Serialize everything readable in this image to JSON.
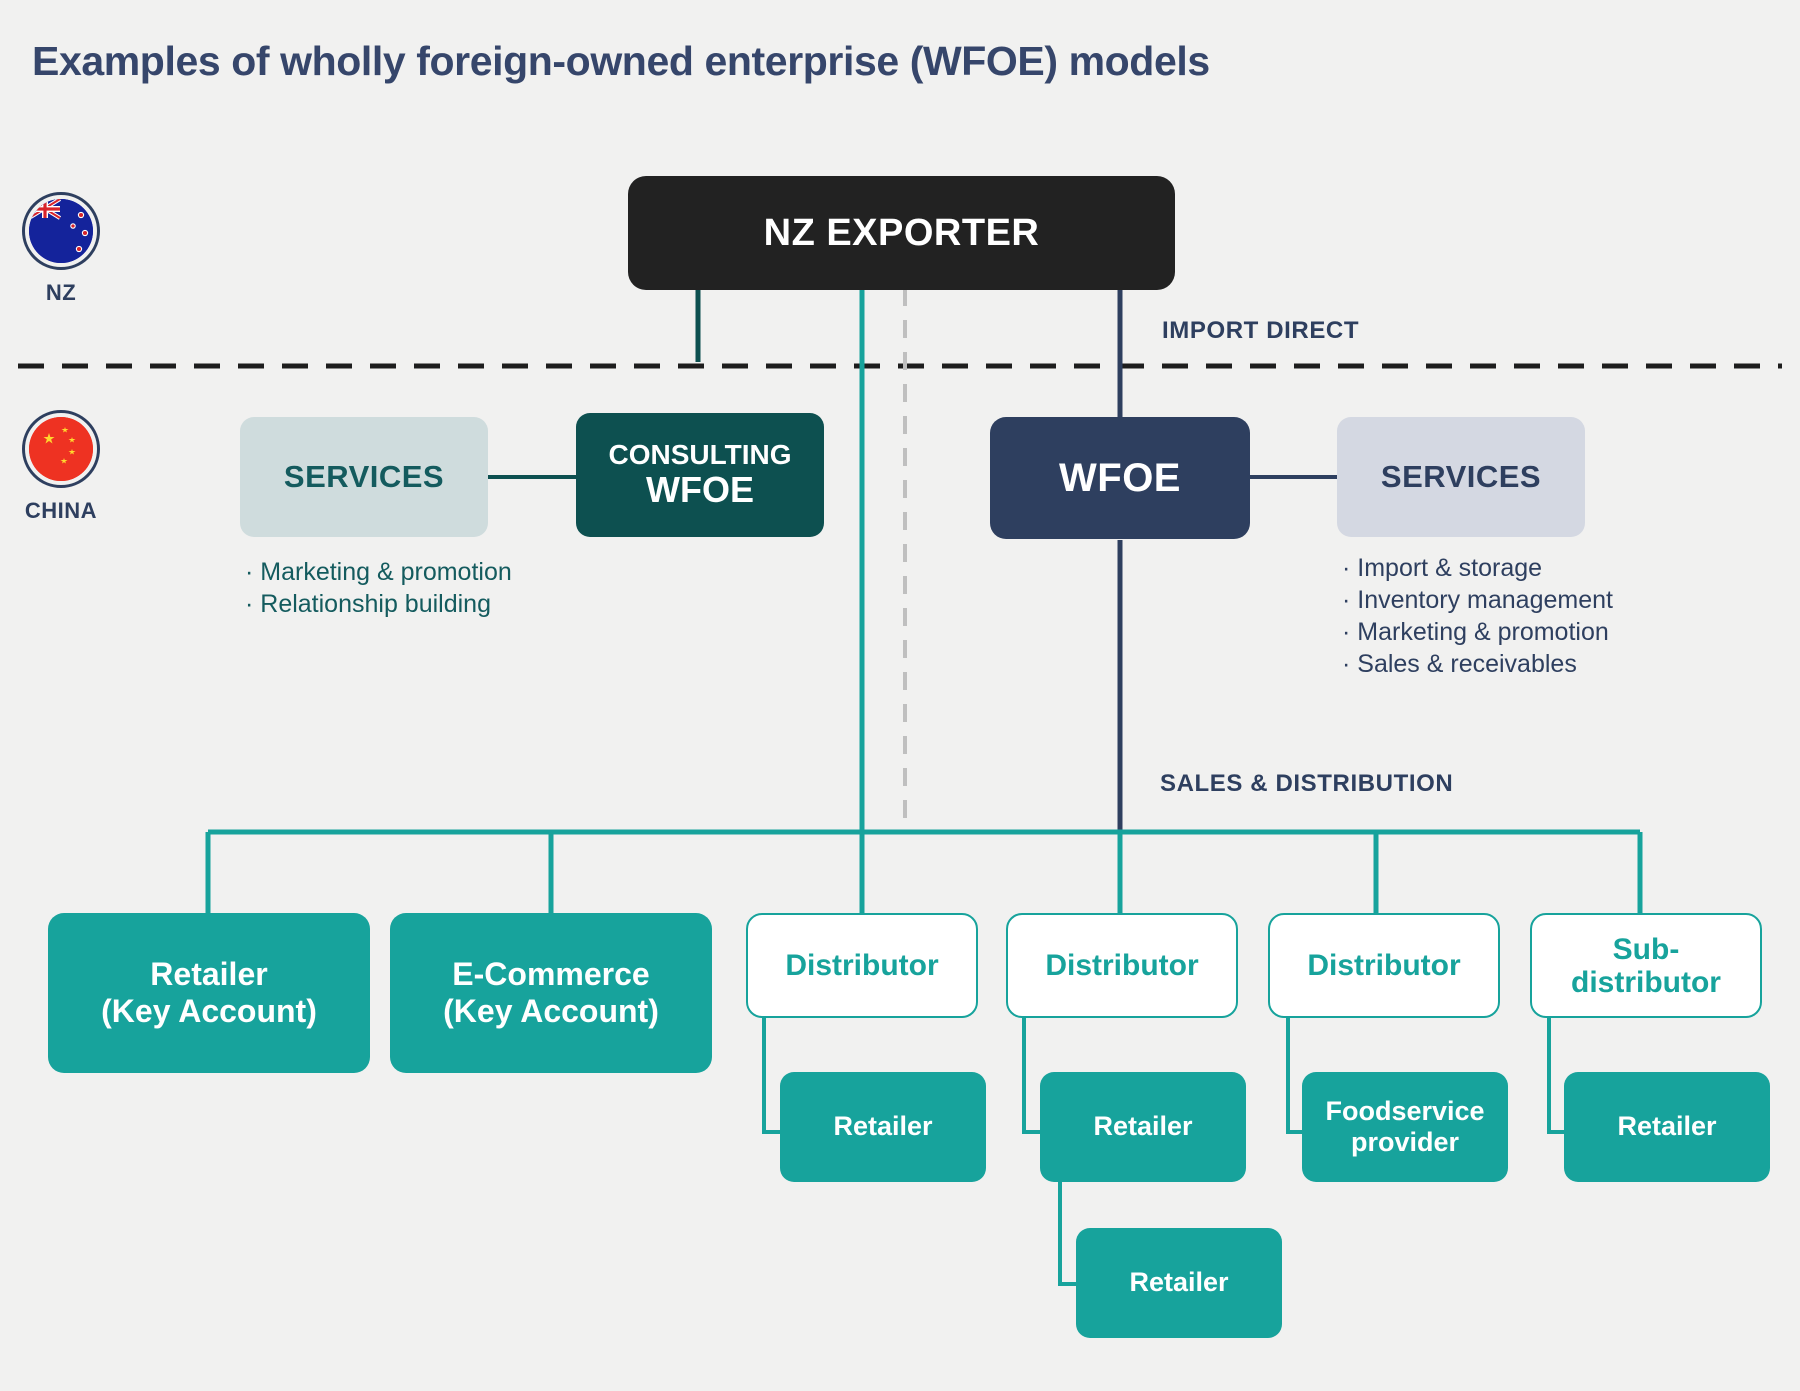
{
  "page": {
    "title": "Examples of wholly foreign-owned enterprise (WFOE) models",
    "background": "#f1f1f0"
  },
  "colors": {
    "title": "#36466b",
    "navy": "#2e3f5f",
    "teal": "#17a39c",
    "dark_teal": "#0d5050",
    "black_box": "#222222",
    "services_left_bg": "#cfdcdd",
    "services_right_bg": "#d4d8e2"
  },
  "regions": [
    {
      "icon": "nz-flag-icon",
      "label": "NZ"
    },
    {
      "icon": "china-flag-icon",
      "label": "CHINA"
    }
  ],
  "nodes": {
    "exporter": "NZ EXPORTER",
    "consulting_wfoe_line1": "CONSULTING",
    "consulting_wfoe_line2": "WFOE",
    "wfoe": "WFOE",
    "services_left": "SERVICES",
    "services_right": "SERVICES"
  },
  "captions": {
    "import_direct": "IMPORT DIRECT",
    "sales_distribution": "SALES & DISTRIBUTION"
  },
  "services_left_items": [
    "· Marketing & promotion",
    "· Relationship building"
  ],
  "services_right_items": [
    "· Import & storage",
    "· Inventory management",
    "· Marketing & promotion",
    "· Sales & receivables"
  ],
  "channels": [
    {
      "id": "retailer-key-account",
      "line1": "Retailer",
      "line2": "(Key Account)",
      "style": "filled"
    },
    {
      "id": "ecommerce-key-account",
      "line1": "E-Commerce",
      "line2": "(Key Account)",
      "style": "filled"
    },
    {
      "id": "distributor-1",
      "line1": "Distributor",
      "line2": "",
      "style": "outline"
    },
    {
      "id": "distributor-2",
      "line1": "Distributor",
      "line2": "",
      "style": "outline"
    },
    {
      "id": "distributor-3",
      "line1": "Distributor",
      "line2": "",
      "style": "outline"
    },
    {
      "id": "sub-distributor",
      "line1": "Sub-",
      "line2": "distributor",
      "style": "outline"
    }
  ],
  "sub_nodes": [
    {
      "id": "retailer-under-dist-1",
      "line1": "Retailer",
      "line2": ""
    },
    {
      "id": "retailer-under-dist-2",
      "line1": "Retailer",
      "line2": ""
    },
    {
      "id": "foodservice-under-dist-3",
      "line1": "Foodservice",
      "line2": "provider"
    },
    {
      "id": "retailer-under-subdist",
      "line1": "Retailer",
      "line2": ""
    },
    {
      "id": "retailer-second-under-dist-2",
      "line1": "Retailer",
      "line2": ""
    }
  ]
}
